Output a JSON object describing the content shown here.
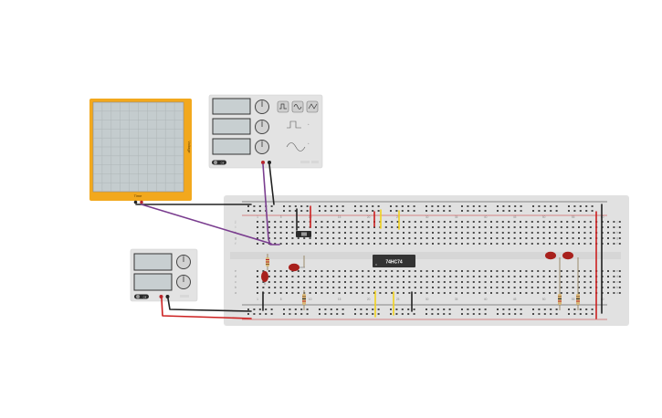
{
  "oscilloscope": {
    "time_label": "Time",
    "voltage_label": "Voltage"
  },
  "function_generator": {
    "waveform_buttons": [
      "square-wave-icon",
      "sine-wave-icon",
      "triangle-wave-icon"
    ],
    "power_label": "Off"
  },
  "power_supply": {
    "power_label": "Off"
  },
  "ic_chip": {
    "label": "74HC74"
  },
  "breadboard": {
    "column_numbers": [
      "1",
      "5",
      "10",
      "15",
      "20",
      "25",
      "30",
      "35",
      "40",
      "45",
      "50",
      "55",
      "60"
    ],
    "row_letters_top": [
      "j",
      "i",
      "h",
      "g",
      "f"
    ],
    "row_letters_bottom": [
      "e",
      "d",
      "c",
      "b",
      "a"
    ]
  },
  "colors": {
    "scope_frame": "#f2a81d",
    "scope_screen": "#c4ccce",
    "instrument_body": "#e3e3e3",
    "breadboard": "#e1e1e1",
    "wire_purple": "#7a3d8f",
    "wire_red": "#cc1f1f",
    "wire_black": "#222222",
    "wire_yellow": "#f2d21d",
    "led_red": "#a8201c",
    "chip_body": "#333333"
  }
}
